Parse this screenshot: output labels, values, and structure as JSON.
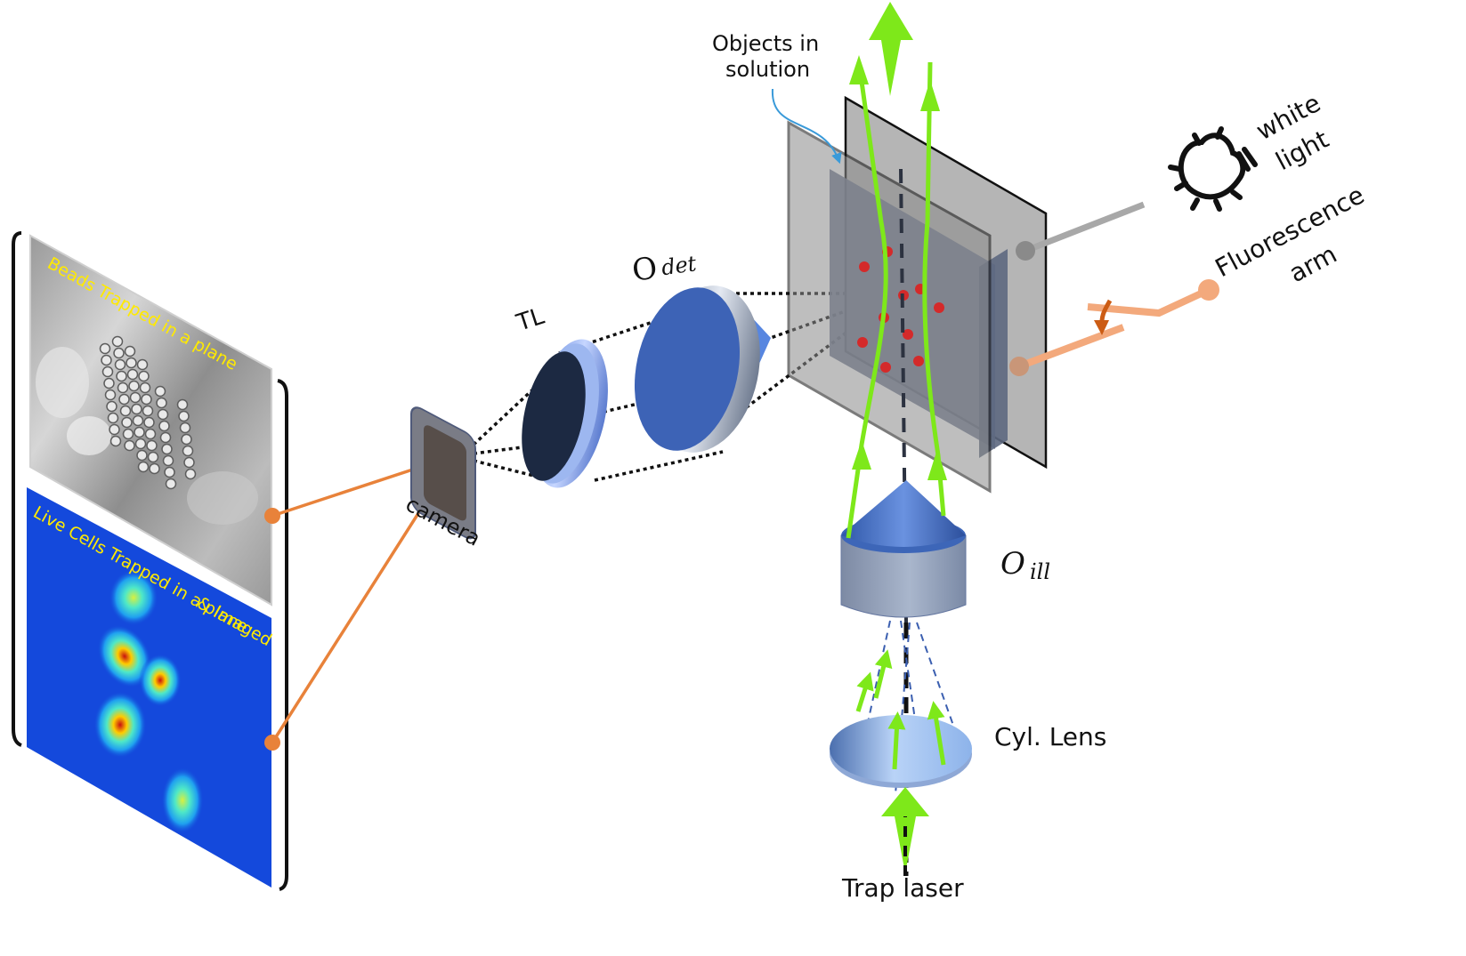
{
  "figure": {
    "type": "optical-setup-schematic",
    "labels": {
      "objects_in_solution_line1": "Objects in",
      "objects_in_solution_line2": "solution",
      "white_light_line1": "white",
      "white_light_line2": "light",
      "fluorescence_arm_line1": "Fluorescence",
      "fluorescence_arm_line2": "arm",
      "tube_lens": "TL",
      "detection_objective_main": "O",
      "detection_objective_sub": "det",
      "illumination_objective_main": "O",
      "illumination_objective_sub": "ill",
      "cylindrical_lens": "Cyl. Lens",
      "trap_laser": "Trap laser",
      "camera": "camera"
    },
    "panels": {
      "top": {
        "caption": "Beads Trapped in a plane",
        "modality": "brightfield"
      },
      "bottom": {
        "caption_line1": "Live Cells Trapped in a plane",
        "caption_line2": "& Imaged",
        "modality": "fluorescence"
      }
    },
    "components": [
      {
        "id": "camera",
        "name": "camera"
      },
      {
        "id": "tube-lens",
        "name": "TL"
      },
      {
        "id": "detection-objective",
        "name": "O_det"
      },
      {
        "id": "sample-chamber",
        "name": "Objects in solution"
      },
      {
        "id": "illumination-objective",
        "name": "O_ill"
      },
      {
        "id": "cylindrical-lens",
        "name": "Cyl. Lens"
      },
      {
        "id": "trap-laser",
        "name": "Trap laser"
      },
      {
        "id": "white-light",
        "name": "white light"
      },
      {
        "id": "fluorescence-arm",
        "name": "Fluorescence arm"
      }
    ],
    "colors": {
      "laser_green": "#7ee81a",
      "connector_orange": "#e8823a",
      "fluorescence_arm": "#f3a97c",
      "lens_blue": "#3f66b8",
      "chamber_gray": "#b2b2b2",
      "bead_red": "#d42a2a",
      "caption_yellow": "#ffea00"
    }
  }
}
